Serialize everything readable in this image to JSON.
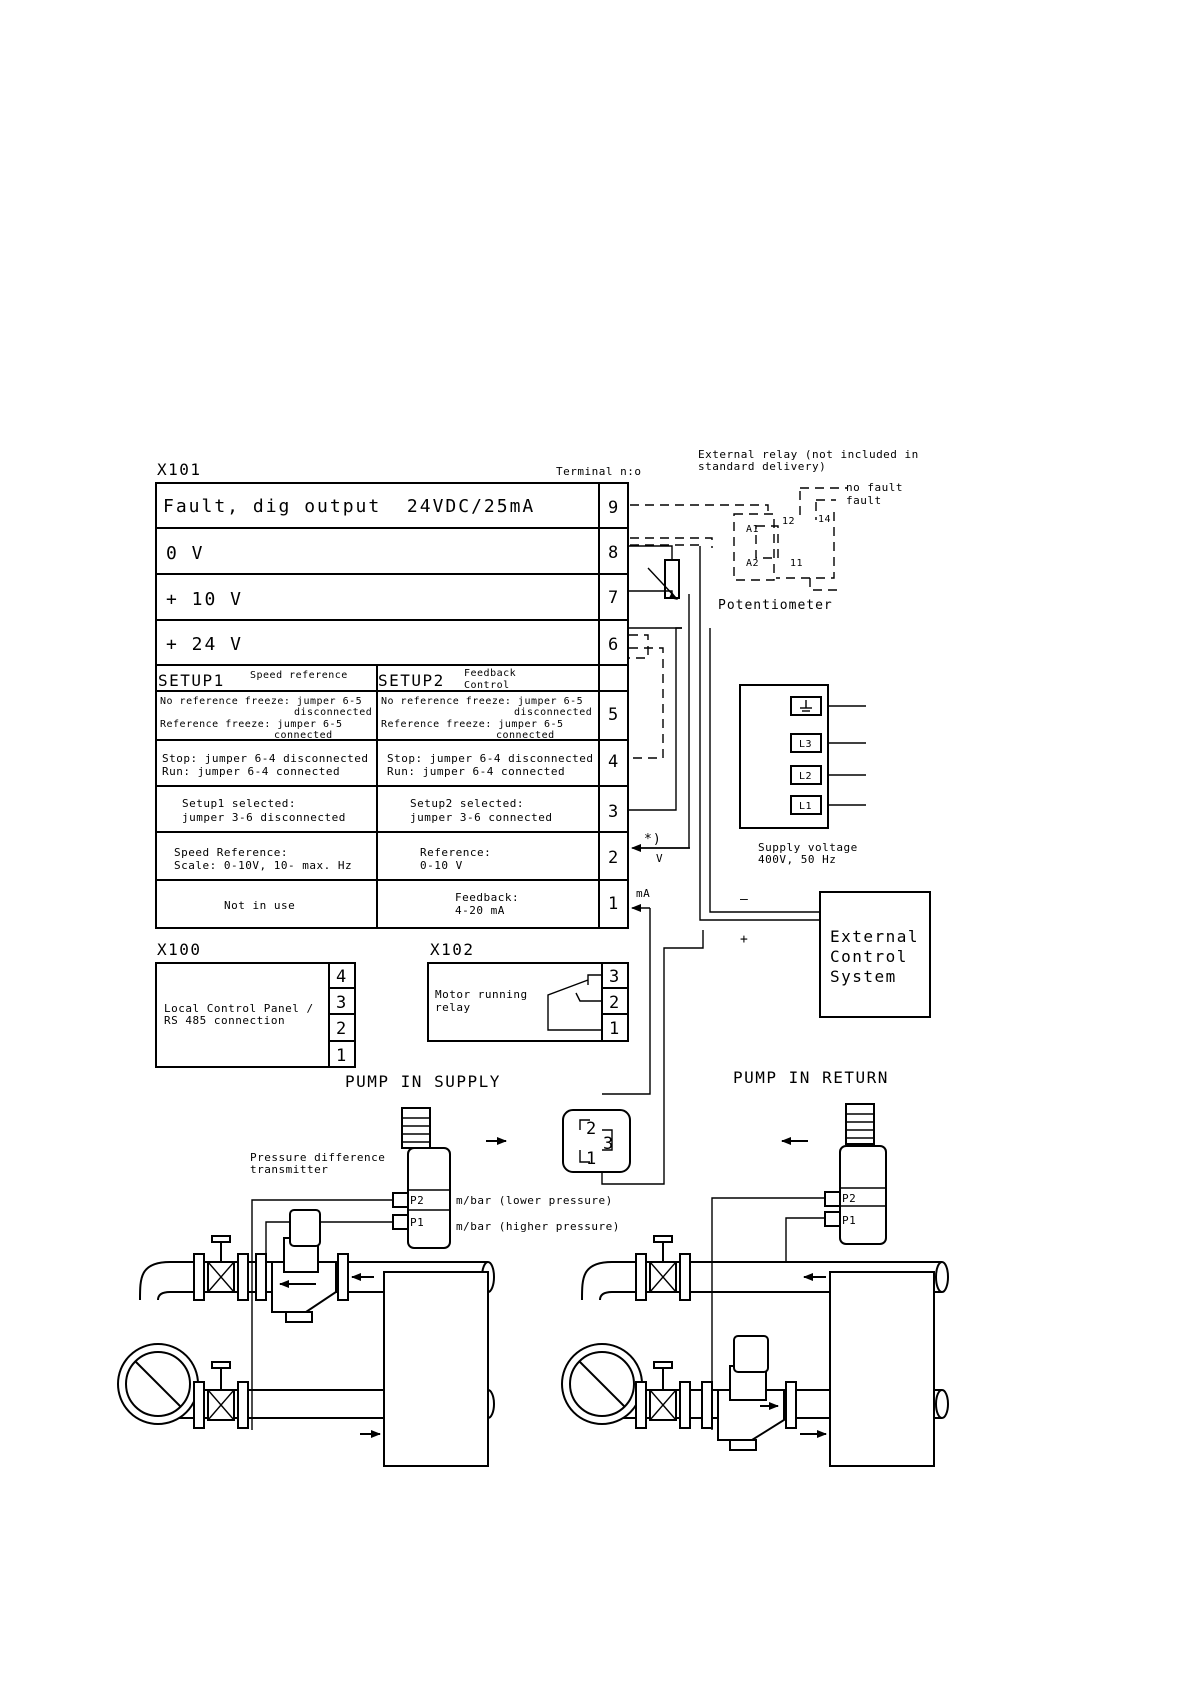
{
  "x101": {
    "title": "X101",
    "terminal_header": "Terminal n:o",
    "rows": [
      {
        "terminal": "9",
        "label": "Fault, dig output  24VDC/25mA"
      },
      {
        "terminal": "8",
        "label": "0 V"
      },
      {
        "terminal": "7",
        "label": "+ 10 V"
      },
      {
        "terminal": "6",
        "label": "+ 24 V"
      }
    ],
    "setup1": {
      "title": "SETUP1",
      "subtitle": "Speed reference"
    },
    "setup2": {
      "title": "SETUP2",
      "subtitle_1": "Feedback",
      "subtitle_2": "Control"
    },
    "t5": {
      "terminal": "5",
      "s1_l1": "No reference freeze: jumper 6-5",
      "s1_l2": "disconnected",
      "s1_l3": "Reference freeze: jumper 6-5",
      "s1_l4": "connected",
      "s2_l1": "No reference freeze: jumper 6-5",
      "s2_l2": "disconnected",
      "s2_l3": "Reference freeze: jumper 6-5",
      "s2_l4": "connected"
    },
    "t4": {
      "terminal": "4",
      "s1_l1": "Stop: jumper 6-4 disconnected",
      "s1_l2": "Run: jumper 6-4 connected",
      "s2_l1": "Stop: jumper 6-4 disconnected",
      "s2_l2": "Run: jumper 6-4 connected"
    },
    "t3": {
      "terminal": "3",
      "s1_l1": "Setup1 selected:",
      "s1_l2": "jumper 3-6 disconnected",
      "s2_l1": "Setup2 selected:",
      "s2_l2": "jumper 3-6 connected"
    },
    "t2": {
      "terminal": "2",
      "s1_l1": "Speed Reference:",
      "s1_l2": "Scale: 0-10V, 10- max. Hz",
      "s2_l1": "Reference:",
      "s2_l2": "0-10 V"
    },
    "t1": {
      "terminal": "1",
      "s1_l1": "Not in use",
      "s2_l1": "Feedback:",
      "s2_l2": "4-20 mA"
    }
  },
  "x100": {
    "title": "X100",
    "label_1": "Local Control Panel /",
    "label_2": "RS 485 connection",
    "terminals": [
      "4",
      "3",
      "2",
      "1"
    ]
  },
  "x102": {
    "title": "X102",
    "label_1": "Motor running",
    "label_2": "relay",
    "terminals": [
      "3",
      "2",
      "1"
    ]
  },
  "relay": {
    "title_1": "External relay (not included in",
    "title_2": "standard delivery)",
    "no_fault": "no fault",
    "fault": "fault",
    "a1": "A1",
    "a2": "A2",
    "n12": "12",
    "n14": "14",
    "n11": "11"
  },
  "potentiometer": "Potentiometer",
  "supply": {
    "label_1": "Supply voltage",
    "label_2": "400V, 50 Hz",
    "terminals": [
      "L3",
      "L2",
      "L1"
    ]
  },
  "ecs": {
    "line_1": "External",
    "line_2": "Control",
    "line_3": "System"
  },
  "signals": {
    "asterisk": "*)",
    "volt": "V",
    "milliamp": "mA",
    "minus": "–",
    "plus": "+"
  },
  "pump_supply": {
    "heading": "PUMP IN SUPPLY",
    "transmitter_1": "Pressure difference",
    "transmitter_2": "transmitter",
    "p2": "P2",
    "p1": "P1",
    "lower": "m/bar (lower pressure)",
    "higher": "m/bar (higher pressure)"
  },
  "pump_return": {
    "heading": "PUMP IN RETURN",
    "p2": "P2",
    "p1": "P1"
  },
  "sensor": {
    "n2": "2",
    "n3": "3",
    "n1": "1"
  }
}
